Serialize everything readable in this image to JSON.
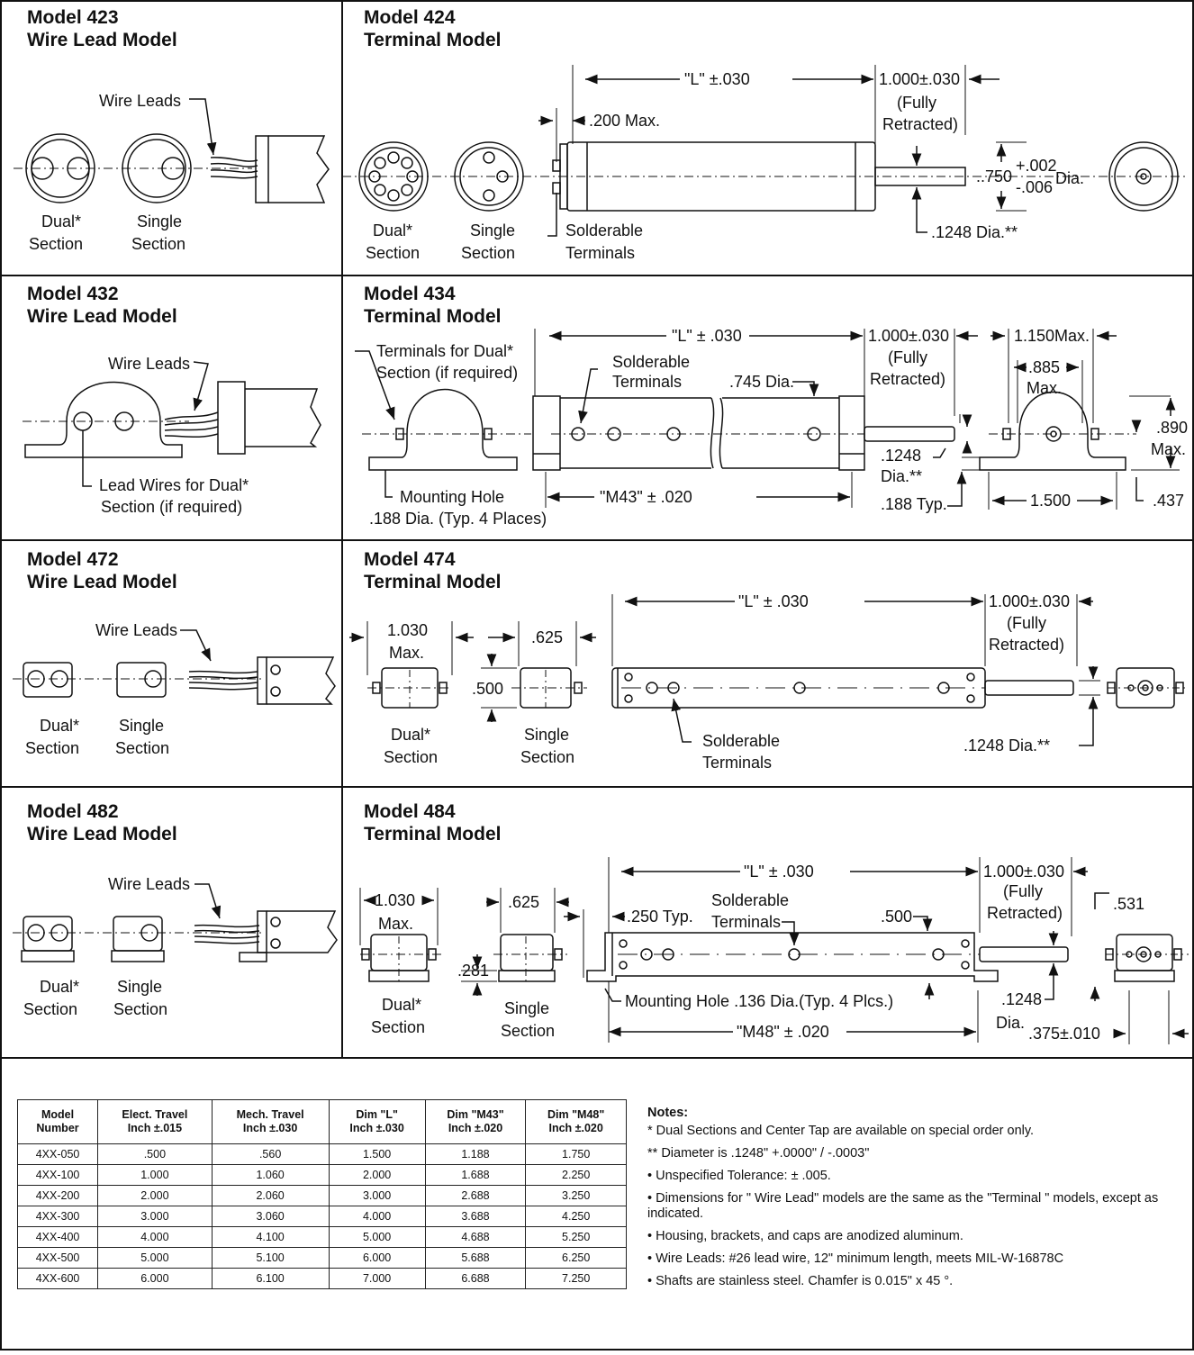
{
  "panels": {
    "m423": {
      "title": "Model 423",
      "subtitle": "Wire Lead Model",
      "wire_leads": "Wire Leads",
      "dual": "Dual*",
      "single": "Single",
      "section": "Section"
    },
    "m424": {
      "title": "Model 424",
      "subtitle": "Terminal Model",
      "L": "\"L\" ±.030",
      "stroke": "1.000±.030",
      "fully": "(Fully",
      "retracted": "Retracted)",
      "max200": ".200 Max.",
      "dia750": "..750",
      "tol_plus": "+.002",
      "tol_minus": "-.006",
      "dia_word": "Dia.",
      "shaft": ".1248 Dia.**",
      "dual": "Dual*",
      "single": "Single",
      "section": "Section",
      "solderable": "Solderable",
      "terminals": "Terminals"
    },
    "m432": {
      "title": "Model 432",
      "subtitle": "Wire Lead Model",
      "wire_leads": "Wire Leads",
      "lead_wires": "Lead Wires for Dual*",
      "section_if": "Section (if required)"
    },
    "m434": {
      "title": "Model 434",
      "subtitle": "Terminal Model",
      "L": "\"L\" ± .030",
      "stroke": "1.000±.030",
      "fully": "(Fully",
      "retracted": "Retracted)",
      "max1150": "1.150Max.",
      "d885": ".885",
      "max": "Max.",
      "term_dual": "Terminals for Dual*",
      "section_if": "Section (if required)",
      "solderable": "Solderable",
      "terminals": "Terminals",
      "dia745": ".745 Dia.",
      "d1248": ".1248",
      "dia_star": "Dia.**",
      "d188typ": ".188 Typ.",
      "d890": ".890",
      "max2": "Max.",
      "mount": "Mounting Hole",
      "mount_dia": ".188 Dia. (Typ. 4 Places)",
      "M43": "\"M43\" ± .020",
      "d1500": "1.500",
      "d437": ".437"
    },
    "m472": {
      "title": "Model 472",
      "subtitle": "Wire Lead Model",
      "wire_leads": "Wire Leads",
      "dual": "Dual*",
      "single": "Single",
      "section": "Section"
    },
    "m474": {
      "title": "Model 474",
      "subtitle": "Terminal Model",
      "L": "\"L\" ± .030",
      "stroke": "1.000±.030",
      "fully": "(Fully",
      "retracted": "Retracted)",
      "d1030": "1.030",
      "max": "Max.",
      "d625": ".625",
      "d500": ".500",
      "dual": "Dual*",
      "single": "Single",
      "section": "Section",
      "solderable": "Solderable",
      "terminals": "Terminals",
      "shaft": ".1248 Dia.**"
    },
    "m482": {
      "title": "Model 482",
      "subtitle": "Wire Lead Model",
      "wire_leads": "Wire Leads",
      "dual": "Dual*",
      "single": "Single",
      "section": "Section"
    },
    "m484": {
      "title": "Model 484",
      "subtitle": "Terminal Model",
      "L": "\"L\" ± .030",
      "stroke": "1.000±.030",
      "fully": "(Fully",
      "retracted": "Retracted)",
      "d1030": "1.030",
      "max": "Max.",
      "d625": ".625",
      "d250": ".250 Typ.",
      "solderable": "Solderable",
      "terminals": "Terminals",
      "d500": ".500",
      "d531": ".531",
      "d281": ".281",
      "dual": "Dual*",
      "single": "Single",
      "section": "Section",
      "mount": "Mounting Hole .136 Dia.(Typ. 4 Plcs.)",
      "d1248": ".1248",
      "dia": "Dia.",
      "d375": ".375±.010",
      "M48": "\"M48\" ± .020"
    }
  },
  "table": {
    "headers": [
      [
        "Model",
        "Number"
      ],
      [
        "Elect. Travel",
        "Inch ±.015"
      ],
      [
        "Mech. Travel",
        "Inch ±.030"
      ],
      [
        "Dim \"L\"",
        "Inch ±.030"
      ],
      [
        "Dim \"M43\"",
        "Inch ±.020"
      ],
      [
        "Dim \"M48\"",
        "Inch ±.020"
      ]
    ],
    "rows": [
      [
        "4XX-050",
        ".500",
        ".560",
        "1.500",
        "1.188",
        "1.750"
      ],
      [
        "4XX-100",
        "1.000",
        "1.060",
        "2.000",
        "1.688",
        "2.250"
      ],
      [
        "4XX-200",
        "2.000",
        "2.060",
        "3.000",
        "2.688",
        "3.250"
      ],
      [
        "4XX-300",
        "3.000",
        "3.060",
        "4.000",
        "3.688",
        "4.250"
      ],
      [
        "4XX-400",
        "4.000",
        "4.100",
        "5.000",
        "4.688",
        "5.250"
      ],
      [
        "4XX-500",
        "5.000",
        "5.100",
        "6.000",
        "5.688",
        "6.250"
      ],
      [
        "4XX-600",
        "6.000",
        "6.100",
        "7.000",
        "6.688",
        "7.250"
      ]
    ]
  },
  "notes": {
    "title": "Notes:",
    "items": [
      "* Dual Sections and Center Tap are available on special order only.",
      "** Diameter is .1248\" +.0000\" / -.0003\"",
      "• Unspecified Tolerance: ± .005.",
      "• Dimensions for \" Wire Lead\" models are the same as the \"Terminal \" models, except as indicated.",
      "• Housing, brackets, and caps are anodized aluminum.",
      "• Wire Leads: #26 lead wire, 12\" minimum length, meets MIL-W-16878C",
      "• Shafts are stainless steel. Chamfer is 0.015\" x 45 °."
    ]
  }
}
